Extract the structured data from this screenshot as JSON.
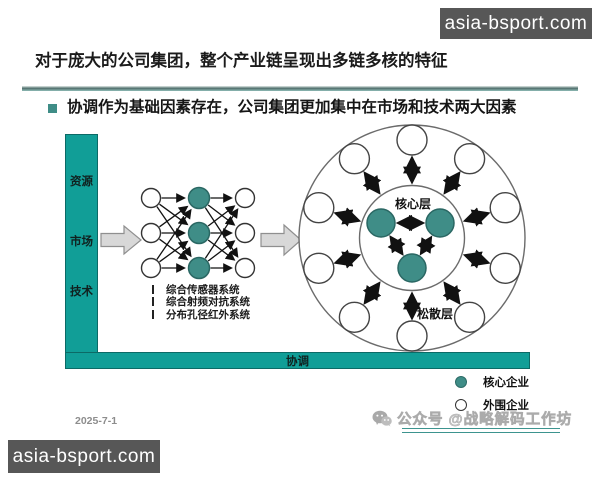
{
  "branding": {
    "top_right": "asia-bsport.com",
    "bottom_left": "asia-bsport.com"
  },
  "header": {
    "title": "对于庞大的公司集团，整个产业链呈现出多链多核的特征",
    "bullet": "协调作为基础因素存在，公司集团更加集中在市场和技术两大因素"
  },
  "frame": {
    "vertical_labels": [
      "资源",
      "市场",
      "技术"
    ],
    "horizontal_label": "协调"
  },
  "systems": {
    "items": [
      "综合传感器系统",
      "综合射频对抗系统",
      "分布孔径红外系统"
    ]
  },
  "cluster": {
    "core_layer": "核心层",
    "loose_layer": "松散层"
  },
  "legend": {
    "core": "核心企业",
    "peripheral": "外围企业"
  },
  "footer": {
    "date": "2025-7-1",
    "watermark": "公众号 @战略解码工作坊"
  },
  "colors": {
    "teal": "#119e97",
    "node_teal": "#3f8d87",
    "box_gray": "#575757"
  }
}
